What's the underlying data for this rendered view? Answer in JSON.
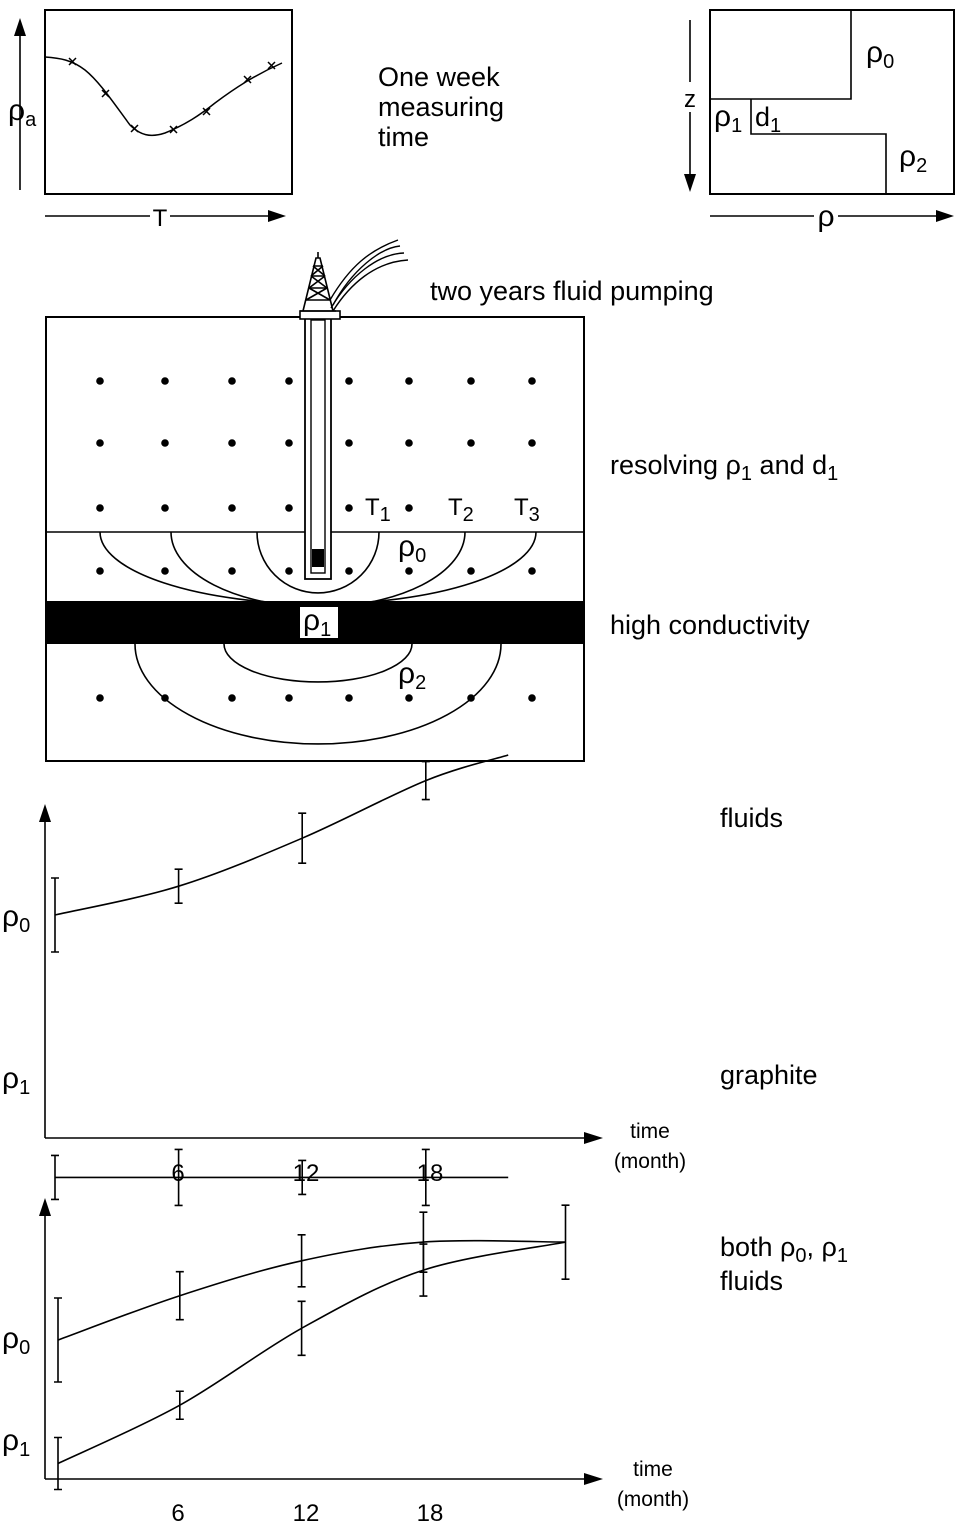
{
  "top_left_plot": {
    "y_label": "ρ",
    "y_label_sub": "a",
    "x_label": "T",
    "caption_lines": [
      "One week",
      "measuring",
      "time"
    ]
  },
  "top_right_model": {
    "axis_z": "z",
    "axis_rho": "ρ",
    "rho0": "ρ",
    "rho0_sub": "0",
    "rho1": "ρ",
    "rho1_sub": "1",
    "d1": "d",
    "d1_sub": "1",
    "rho2": "ρ",
    "rho2_sub": "2"
  },
  "cross_section": {
    "pumping_caption": "two years fluid pumping",
    "resolving_caption_a": "resolving ρ",
    "resolving_caption_a_sub": "1",
    "resolving_caption_b": " and d",
    "resolving_caption_b_sub": "1",
    "layer_caption": "high conductivity",
    "t1": "T",
    "t1_sub": "1",
    "t2": "T",
    "t2_sub": "2",
    "t3": "T",
    "t3_sub": "3",
    "rho0": "ρ",
    "rho0_sub": "0",
    "rho1": "ρ",
    "rho1_sub": "1",
    "rho2": "ρ",
    "rho2_sub": "2"
  },
  "chart_data": [
    {
      "type": "line",
      "x_ticks": [
        "6",
        "12",
        "18"
      ],
      "x_label_lines": [
        "time",
        "(month)"
      ],
      "series": [
        {
          "label": "ρ",
          "label_sub": "0",
          "annotation": "fluids",
          "x": [
            0,
            6,
            12,
            18,
            22
          ],
          "y": [
            0.0,
            0.09,
            0.24,
            0.42,
            0.5
          ]
        },
        {
          "label": "ρ",
          "label_sub": "1",
          "annotation": "graphite",
          "x": [
            0,
            6,
            12,
            18,
            22
          ],
          "y": [
            -0.82,
            -0.82,
            -0.82,
            -0.82,
            -0.82
          ]
        }
      ]
    },
    {
      "type": "line",
      "x_ticks": [
        "6",
        "12",
        "18"
      ],
      "x_label_lines": [
        "time",
        "(month)"
      ],
      "annotation_lines": [
        "both ρ",
        "fluids"
      ],
      "annotation_tail": ", ρ",
      "series": [
        {
          "label": "ρ",
          "label_sub": "0",
          "x": [
            0,
            6,
            12,
            18,
            25
          ],
          "y": [
            0.0,
            0.19,
            0.34,
            0.42,
            0.42
          ]
        },
        {
          "label": "ρ",
          "label_sub": "1",
          "x": [
            0,
            6,
            12,
            18,
            25
          ],
          "y": [
            -0.53,
            -0.28,
            0.05,
            0.3,
            0.42
          ]
        }
      ]
    }
  ]
}
